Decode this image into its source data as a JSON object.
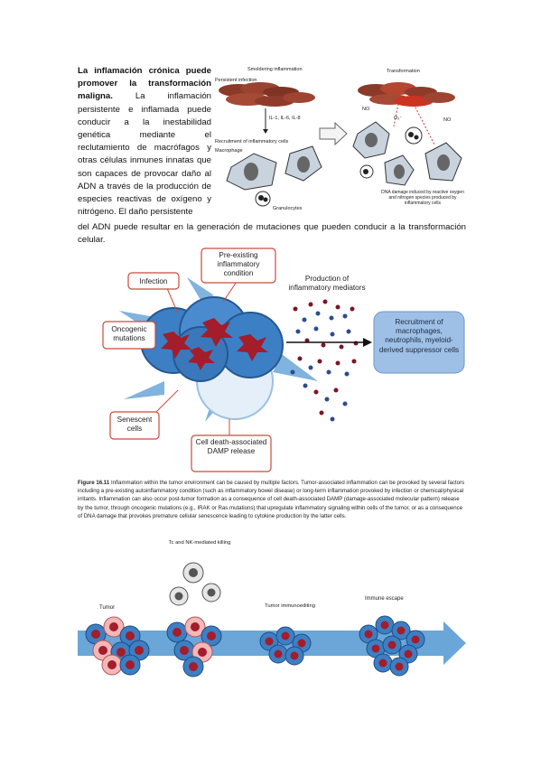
{
  "paragraph": {
    "lead_bold": "La inflamación crónica puede promover la transformación maligna.",
    "body_wrapped": " La inflamación persistente e inflamada puede conducir a la inestabilidad genética mediante el reclutamiento de macrófagos y otras células inmunes innatas que son capaces de provocar daño al ADN a través de la producción de especies reactivas de oxígeno y nitrógeno. El daño persistente",
    "body_full": "del ADN puede resultar en la generación de mutaciones que pueden conducir a la transformación celular."
  },
  "figure_top": {
    "smoldering": "Smoldering inflammation",
    "persistent_infection": "Persistent infection",
    "interleukins": "IL-1, IL-6, IL-8",
    "recruitment": "Recruitment of inflammatory cells",
    "macrophage": "Macrophage",
    "granulocytes": "Granulocytes",
    "transformation": "Transformation",
    "no": "NO",
    "o2": "O₂⁻",
    "dna_damage": "DNA damage induced by reactive oxygen and nitrogen species produced by inflammatory cells"
  },
  "figure_middle": {
    "infection": "Infection",
    "preexisting": "Pre-existing inflammatory condition",
    "oncogenic": "Oncogenic mutations",
    "senescent": "Senescent cells",
    "celldeath": "Cell death-associated DAMP release",
    "production": "Production of inflammatory mediators",
    "recruitment": "Recruitment of macrophages, neutrophils, myeloid-derived suppressor cells"
  },
  "caption": {
    "label": "Figure 16.11",
    "text": "Inflammation within the tumor environment can be caused by multiple factors. Tumor-associated inflammation can be provoked by several factors including a pre-existing autoinflammatory condition (such as inflammatory bowel disease) or long-term inflammation provoked by infection or chemical/physical irritants. Inflammation can also occur post-tumor formation as a consequence of cell death-associated DAMP (damage-associated molecular pattern) release by the tumor, through oncogenic mutations (e.g., IRAK or Ras mutations) that upregulate inflammatory signaling within cells of the tumor, or as a consequence of DNA damage that provokes premature cellular senescence leading to cytokine production by the latter cells."
  },
  "figure_bottom": {
    "tumor": "Tumor",
    "tc_nk": "Tc and NK-mediated killing",
    "immunoediting": "Tumor immunoediting",
    "escape": "Immune escape"
  },
  "colors": {
    "blue_cell": "#3d7fc4",
    "red_core": "#a31d2a",
    "box_border": "#c94a3c",
    "box_fill": "#ffffff",
    "recruit_box": "#9fc0e6",
    "arrow_blue": "#6aa6d8"
  }
}
